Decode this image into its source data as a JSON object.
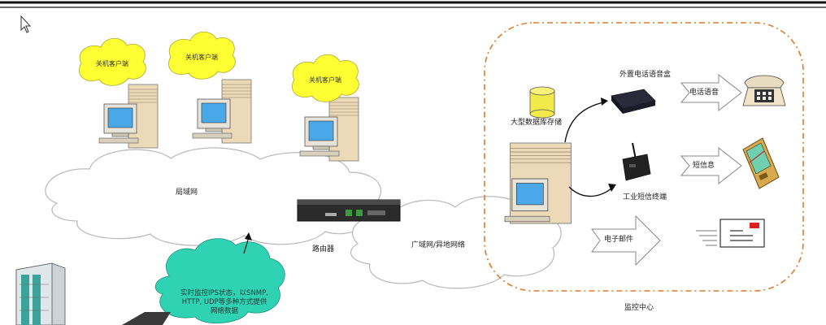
{
  "labels": {
    "client": "关机客户端",
    "lan": "局域网",
    "router": "路由器",
    "wan": "广域网/异地网络",
    "database": "大型数据库存储",
    "voice_box": "外置电话语音盒",
    "voice": "电话语音",
    "sms_terminal": "工业短信终端",
    "sms": "短信息",
    "email": "电子邮件",
    "monitor_center": "监控中心",
    "realtime": "实时监控IPS状态，以SNMP, HTTP, UDP等多种方式提供网络数据"
  },
  "icons": [
    "cursor-icon",
    "computer-icon",
    "database-icon",
    "router-icon",
    "modem-icon",
    "telephone-icon",
    "phone-icon",
    "mail-icon",
    "server-rack-icon"
  ],
  "colors": {
    "cloud_yellow": "#ffff33",
    "cloud_teal": "#2fd3b4",
    "monitor_border": "#e07a2c",
    "network_cloud": "#ffffff"
  }
}
